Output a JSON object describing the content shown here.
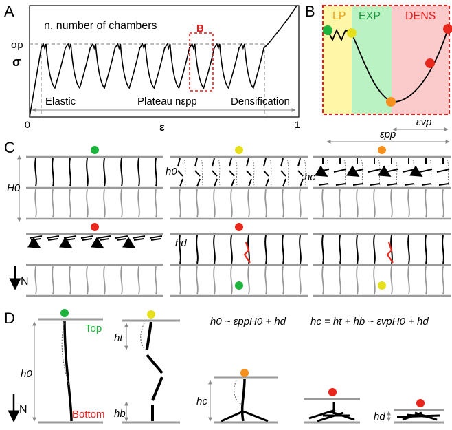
{
  "panels": {
    "a": "A",
    "b": "B",
    "c": "C",
    "d": "D"
  },
  "panelA": {
    "header": "n, number of chambers",
    "sigma_p": "σp",
    "y_axis": "σ",
    "x_axis": "ε",
    "tick_0": "0",
    "tick_1": "1",
    "region_elastic": "Elastic",
    "region_plateau": "Plateau nεpp",
    "region_densification": "Densification",
    "inset_label": "B",
    "peaks": 9
  },
  "panelB": {
    "lp": "LP",
    "exp": "EXP",
    "dens": "DENS",
    "eps_vp": "εvp",
    "eps_pp": "εpp",
    "colors": {
      "lp": "#fff6a8",
      "exp": "#baf2c4",
      "dens": "#fbcaca",
      "border": "#e81a1a"
    }
  },
  "panelC": {
    "H0": "H0",
    "h0": "h0",
    "hc": "hc",
    "hd": "hd",
    "N": "N"
  },
  "panelD": {
    "top": "Top",
    "bottom": "Bottom",
    "h0": "h0",
    "ht": "ht",
    "hb": "hb",
    "hc": "hc",
    "hd": "hd",
    "N": "N",
    "eq1": "h0 ~ εppH0 + hd",
    "eq2": "hc = ht + hb ~ εvpH0 + hd"
  },
  "markers": {
    "green": "#1db33c",
    "yellow": "#e6df1c",
    "orange": "#f5901e",
    "red": "#e8281c"
  }
}
